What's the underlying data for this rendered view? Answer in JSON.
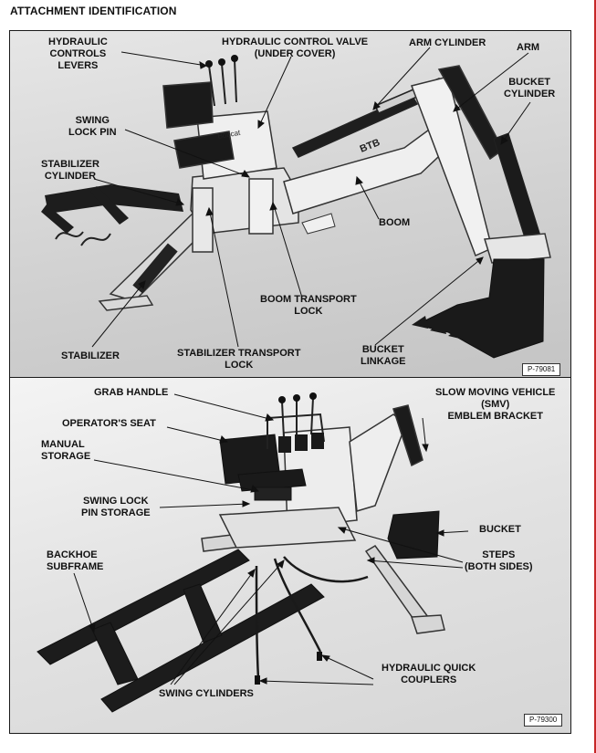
{
  "page": {
    "title": "ATTACHMENT IDENTIFICATION"
  },
  "figure_top": {
    "id": "P-79081",
    "labels": {
      "hydraulic_controls_levers": "HYDRAULIC\nCONTROLS\nLEVERS",
      "hydraulic_control_valve": "HYDRAULIC CONTROL VALVE\n(UNDER COVER)",
      "arm_cylinder": "ARM CYLINDER",
      "arm": "ARM",
      "bucket_cylinder": "BUCKET\nCYLINDER",
      "swing_lock_pin": "SWING\nLOCK PIN",
      "stabilizer_cylinder": "STABILIZER\nCYLINDER",
      "boom": "BOOM",
      "boom_transport_lock": "BOOM TRANSPORT\nLOCK",
      "stabilizer": "STABILIZER",
      "stabilizer_transport_lock": "STABILIZER TRANSPORT\nLOCK",
      "bucket_linkage": "BUCKET\nLINKAGE"
    },
    "decal_text": "BTB"
  },
  "figure_bottom": {
    "id": "P-79300",
    "labels": {
      "grab_handle": "GRAB HANDLE",
      "operators_seat": "OPERATOR'S SEAT",
      "manual_storage": "MANUAL\nSTORAGE",
      "swing_lock_pin_storage": "SWING LOCK\nPIN STORAGE",
      "smv_emblem_bracket": "SLOW MOVING VEHICLE\n(SMV)\nEMBLEM BRACKET",
      "bucket": "BUCKET",
      "steps": "STEPS\n(BOTH SIDES)",
      "backhoe_subframe": "BACKHOE\nSUBFRAME",
      "hydraulic_quick_couplers": "HYDRAULIC QUICK\nCOUPLERS",
      "swing_cylinders": "SWING CYLINDERS"
    }
  },
  "colors": {
    "page_right_rule": "#c62828",
    "panel_border": "#1a1a1a",
    "leader_lines": "#111111"
  }
}
